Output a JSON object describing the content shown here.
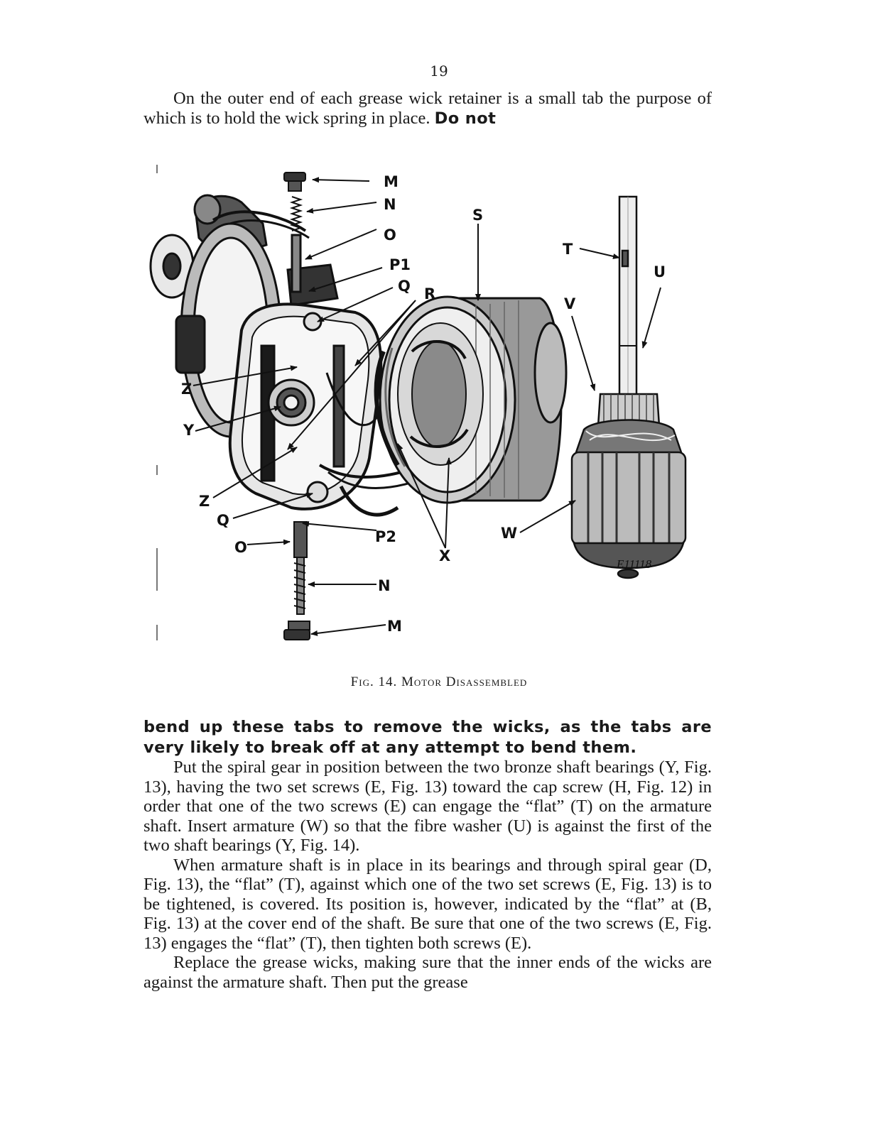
{
  "page": {
    "number": "19"
  },
  "top_paragraph": {
    "text": "On the outer end of each grease wick retainer is a small tab the purpose of which is to hold the wick spring in place.",
    "bold": "Do not"
  },
  "figure": {
    "caption": "Fig. 14. Motor Disassembled",
    "code": "E11118",
    "labels": {
      "M_top": "M",
      "N_top": "N",
      "O_top": "O",
      "P1": "P1",
      "Q_top": "Q",
      "R": "R",
      "S": "S",
      "T": "T",
      "U": "U",
      "V": "V",
      "Z_top": "Z",
      "Y": "Y",
      "Z_bottom": "Z",
      "Q_bottom": "Q",
      "O_bottom": "O",
      "P2": "P2",
      "X": "X",
      "W": "W",
      "N_bottom": "N",
      "M_bottom": "M"
    }
  },
  "bottom_text": {
    "bold_continuation": "bend up these tabs to remove the wicks, as the tabs are very likely to break off at any attempt to bend them.",
    "paragraphs": [
      "Put the spiral gear in position between the two bronze shaft bearings (Y, Fig. 13), having the two set screws (E, Fig. 13) toward the cap screw (H, Fig. 12) in order that one of the two screws (E) can engage the “flat” (T) on the armature shaft. Insert armature (W) so that the fibre washer (U) is against the first of the two shaft bearings (Y, Fig. 14).",
      "When armature shaft is in place in its bearings and through spiral gear (D, Fig. 13), the “flat” (T), against which one of the two set screws (E, Fig. 13) is to be tightened, is covered. Its position is, however, indicated by the “flat” at (B, Fig. 13) at the cover end of the shaft. Be sure that one of the two screws (E, Fig. 13) engages the “flat” (T), then tighten both screws (E).",
      "Replace the grease wicks, making sure that the inner ends of the wicks are against the armature shaft. Then put the grease"
    ]
  }
}
